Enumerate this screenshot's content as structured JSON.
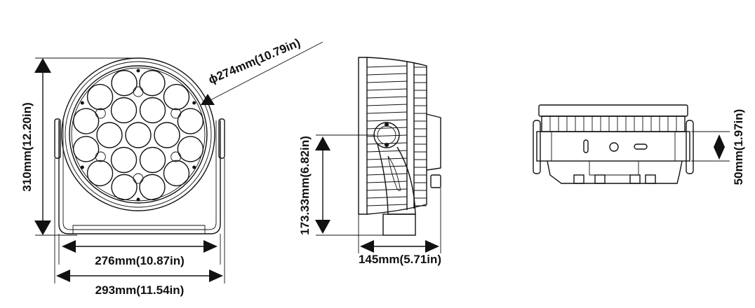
{
  "front_view": {
    "diameter_label": "ϕ274mm(10.79in)",
    "height_label": "310mm(12.20in)",
    "inner_width_label": "276mm(10.87in)",
    "outer_width_label": "293mm(11.54in)"
  },
  "side_view": {
    "height_label": "173.33mm(6.82in)",
    "depth_label": "145mm(5.71in)"
  },
  "top_view": {
    "thickness_label": "50mm(1.97in)"
  },
  "colors": {
    "line": "#111111",
    "background": "#ffffff"
  }
}
